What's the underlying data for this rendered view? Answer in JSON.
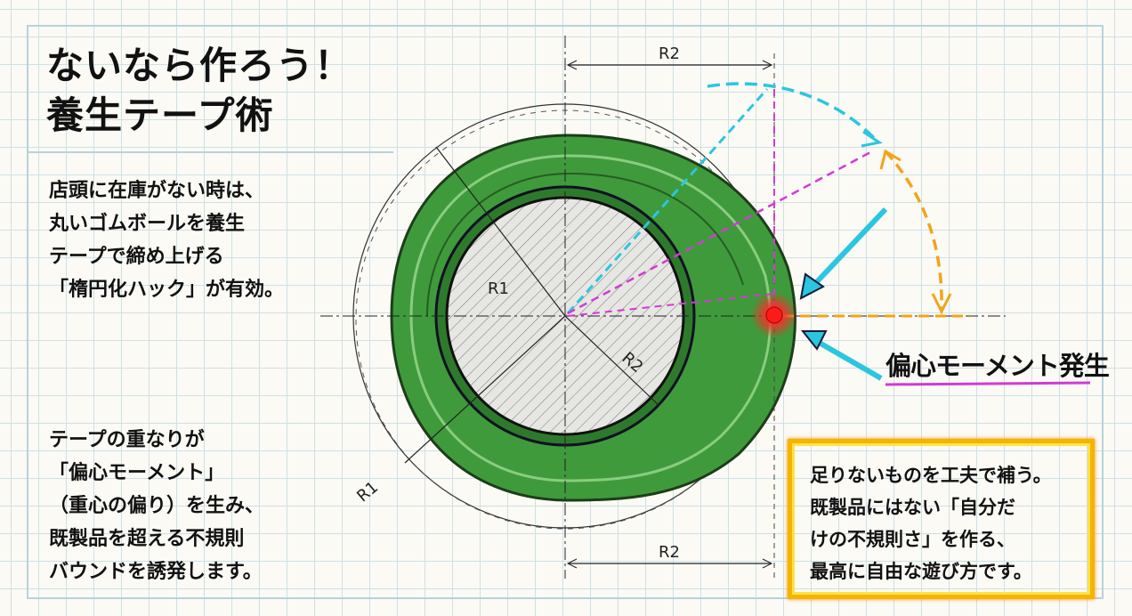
{
  "title": {
    "line1": "ないなら作ろう！",
    "line2": "養生テープ術"
  },
  "intro": [
    "店頭に在庫がない時は、",
    "丸いゴムボールを養生",
    "テープで締め上げる",
    "「楕円化ハック」が有効。"
  ],
  "effect": [
    "テープの重なりが",
    "「偏心モーメント」",
    "（重心の偏り）を生み、",
    "既製品を超える不規則",
    "バウンドを誘発します。"
  ],
  "callout": [
    "足りないものを工夫で補う。",
    "既製品にはない「自分だ",
    "けの不規則さ」を作る、",
    "最高に自由な遊び方です。"
  ],
  "diagram": {
    "eccentric_label": "偏心モーメント発生",
    "r2_top": "R2",
    "r2_inner": "R2",
    "r2_bottom": "R2",
    "r1_inner": "R1",
    "r1_outer": "R1"
  },
  "colors": {
    "ball": "#3f9a3c",
    "accent_cyan": "#2bc6e0",
    "accent_magenta": "#d23ad6",
    "accent_orange": "#f2a41c",
    "dot": "#ff1a1a",
    "frame": "#f5b400"
  }
}
